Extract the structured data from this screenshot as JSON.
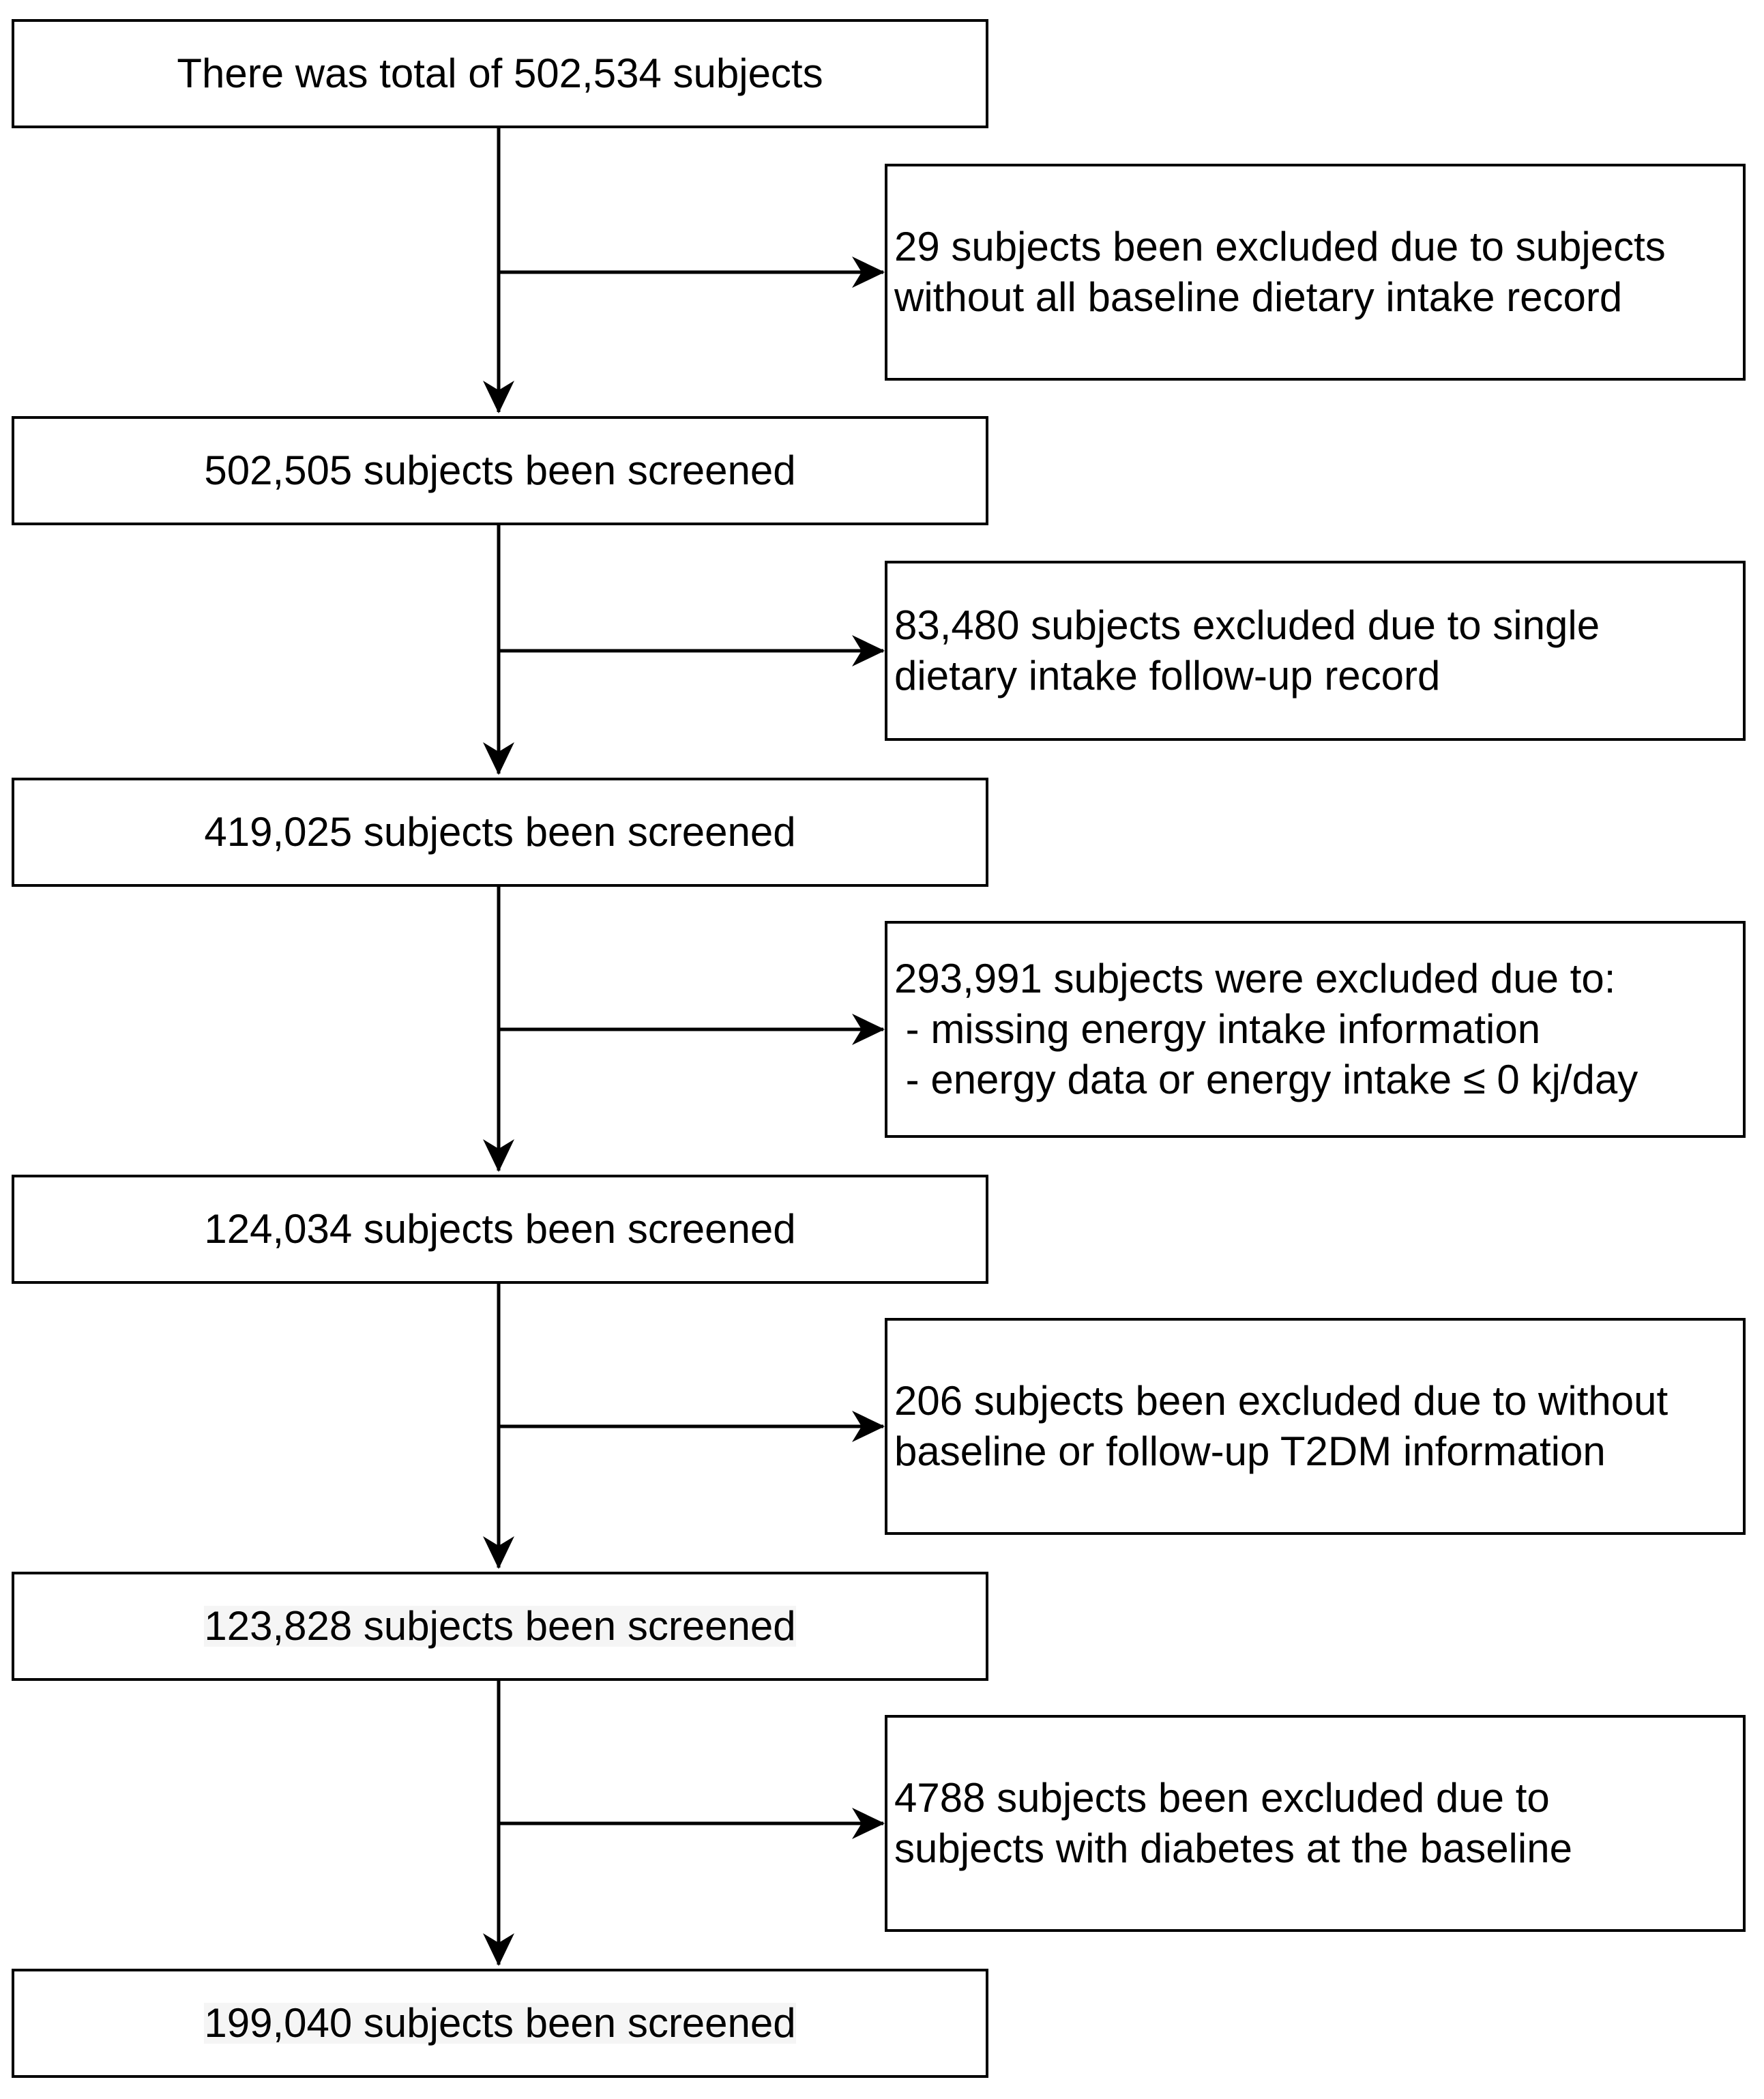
{
  "flowchart": {
    "stages": [
      {
        "text": "There was total of 502,534 subjects"
      },
      {
        "text": "502,505 subjects been screened"
      },
      {
        "text": "419,025 subjects been screened"
      },
      {
        "text": "124,034 subjects been screened"
      },
      {
        "text": "123,828 subjects been screened"
      },
      {
        "text": "199,040 subjects been screened"
      }
    ],
    "exclusions": [
      {
        "lines": [
          "29 subjects been excluded due to subjects",
          "without all baseline dietary intake record"
        ]
      },
      {
        "lines": [
          "83,480 subjects excluded due to single",
          "dietary intake follow-up record"
        ]
      },
      {
        "lines": [
          "293,991 subjects were excluded due to:",
          " - missing energy intake information",
          " - energy data or energy intake ≤ 0 kj/day"
        ]
      },
      {
        "lines": [
          "206 subjects been excluded due to without",
          "baseline or follow-up T2DM information"
        ]
      },
      {
        "lines": [
          "4788 subjects been excluded due to",
          "subjects with diabetes at the baseline"
        ]
      }
    ]
  },
  "colors": {
    "line": "#000000",
    "box_fill": "#ffffff",
    "text_highlight": "#f5f5f5"
  }
}
